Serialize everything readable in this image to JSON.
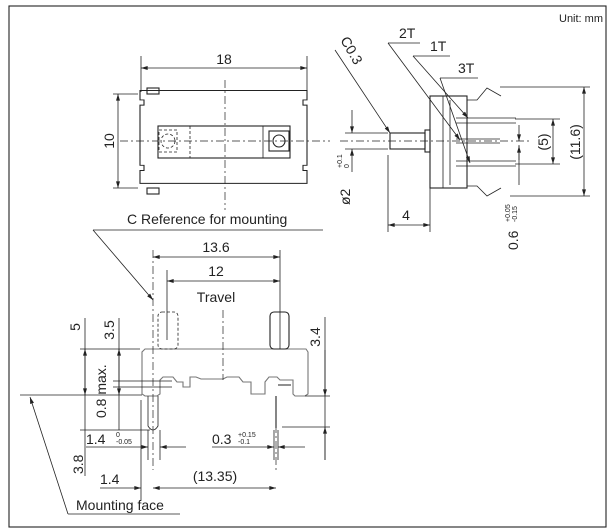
{
  "unit_label": "Unit: mm",
  "top_view": {
    "width_dim": "18",
    "height_dim": "10"
  },
  "side_view": {
    "chamfer": "C0.3",
    "terminals": [
      "2T",
      "1T",
      "3T"
    ],
    "shaft_dia": "ø2",
    "shaft_dia_tol_upper": "+0.1",
    "shaft_dia_tol_lower": "0",
    "shaft_len": "4",
    "pin_pitch": "(5)",
    "overall_height": "(11.6)",
    "pin_width": "0.6",
    "pin_width_tol_upper": "+0.05",
    "pin_width_tol_lower": "-0.15"
  },
  "front_view": {
    "reference_label": "C Reference for mounting",
    "width_13_6": "13.6",
    "travel_dim": "12",
    "travel_label": "Travel",
    "dim_5": "5",
    "dim_3_5": "3.5",
    "dim_0_8": "0.8 max.",
    "dim_3_4": "3.4",
    "dim_1_4_tol": "1.4",
    "dim_1_4_tol_upper": "0",
    "dim_1_4_tol_lower": "-0.05",
    "dim_0_3": "0.3",
    "dim_0_3_tol_upper": "+0.15",
    "dim_0_3_tol_lower": "-0.1",
    "dim_3_8": "3.8",
    "dim_1_4": "1.4",
    "dim_13_35": "(13.35)",
    "mounting_face_label": "Mounting face"
  }
}
